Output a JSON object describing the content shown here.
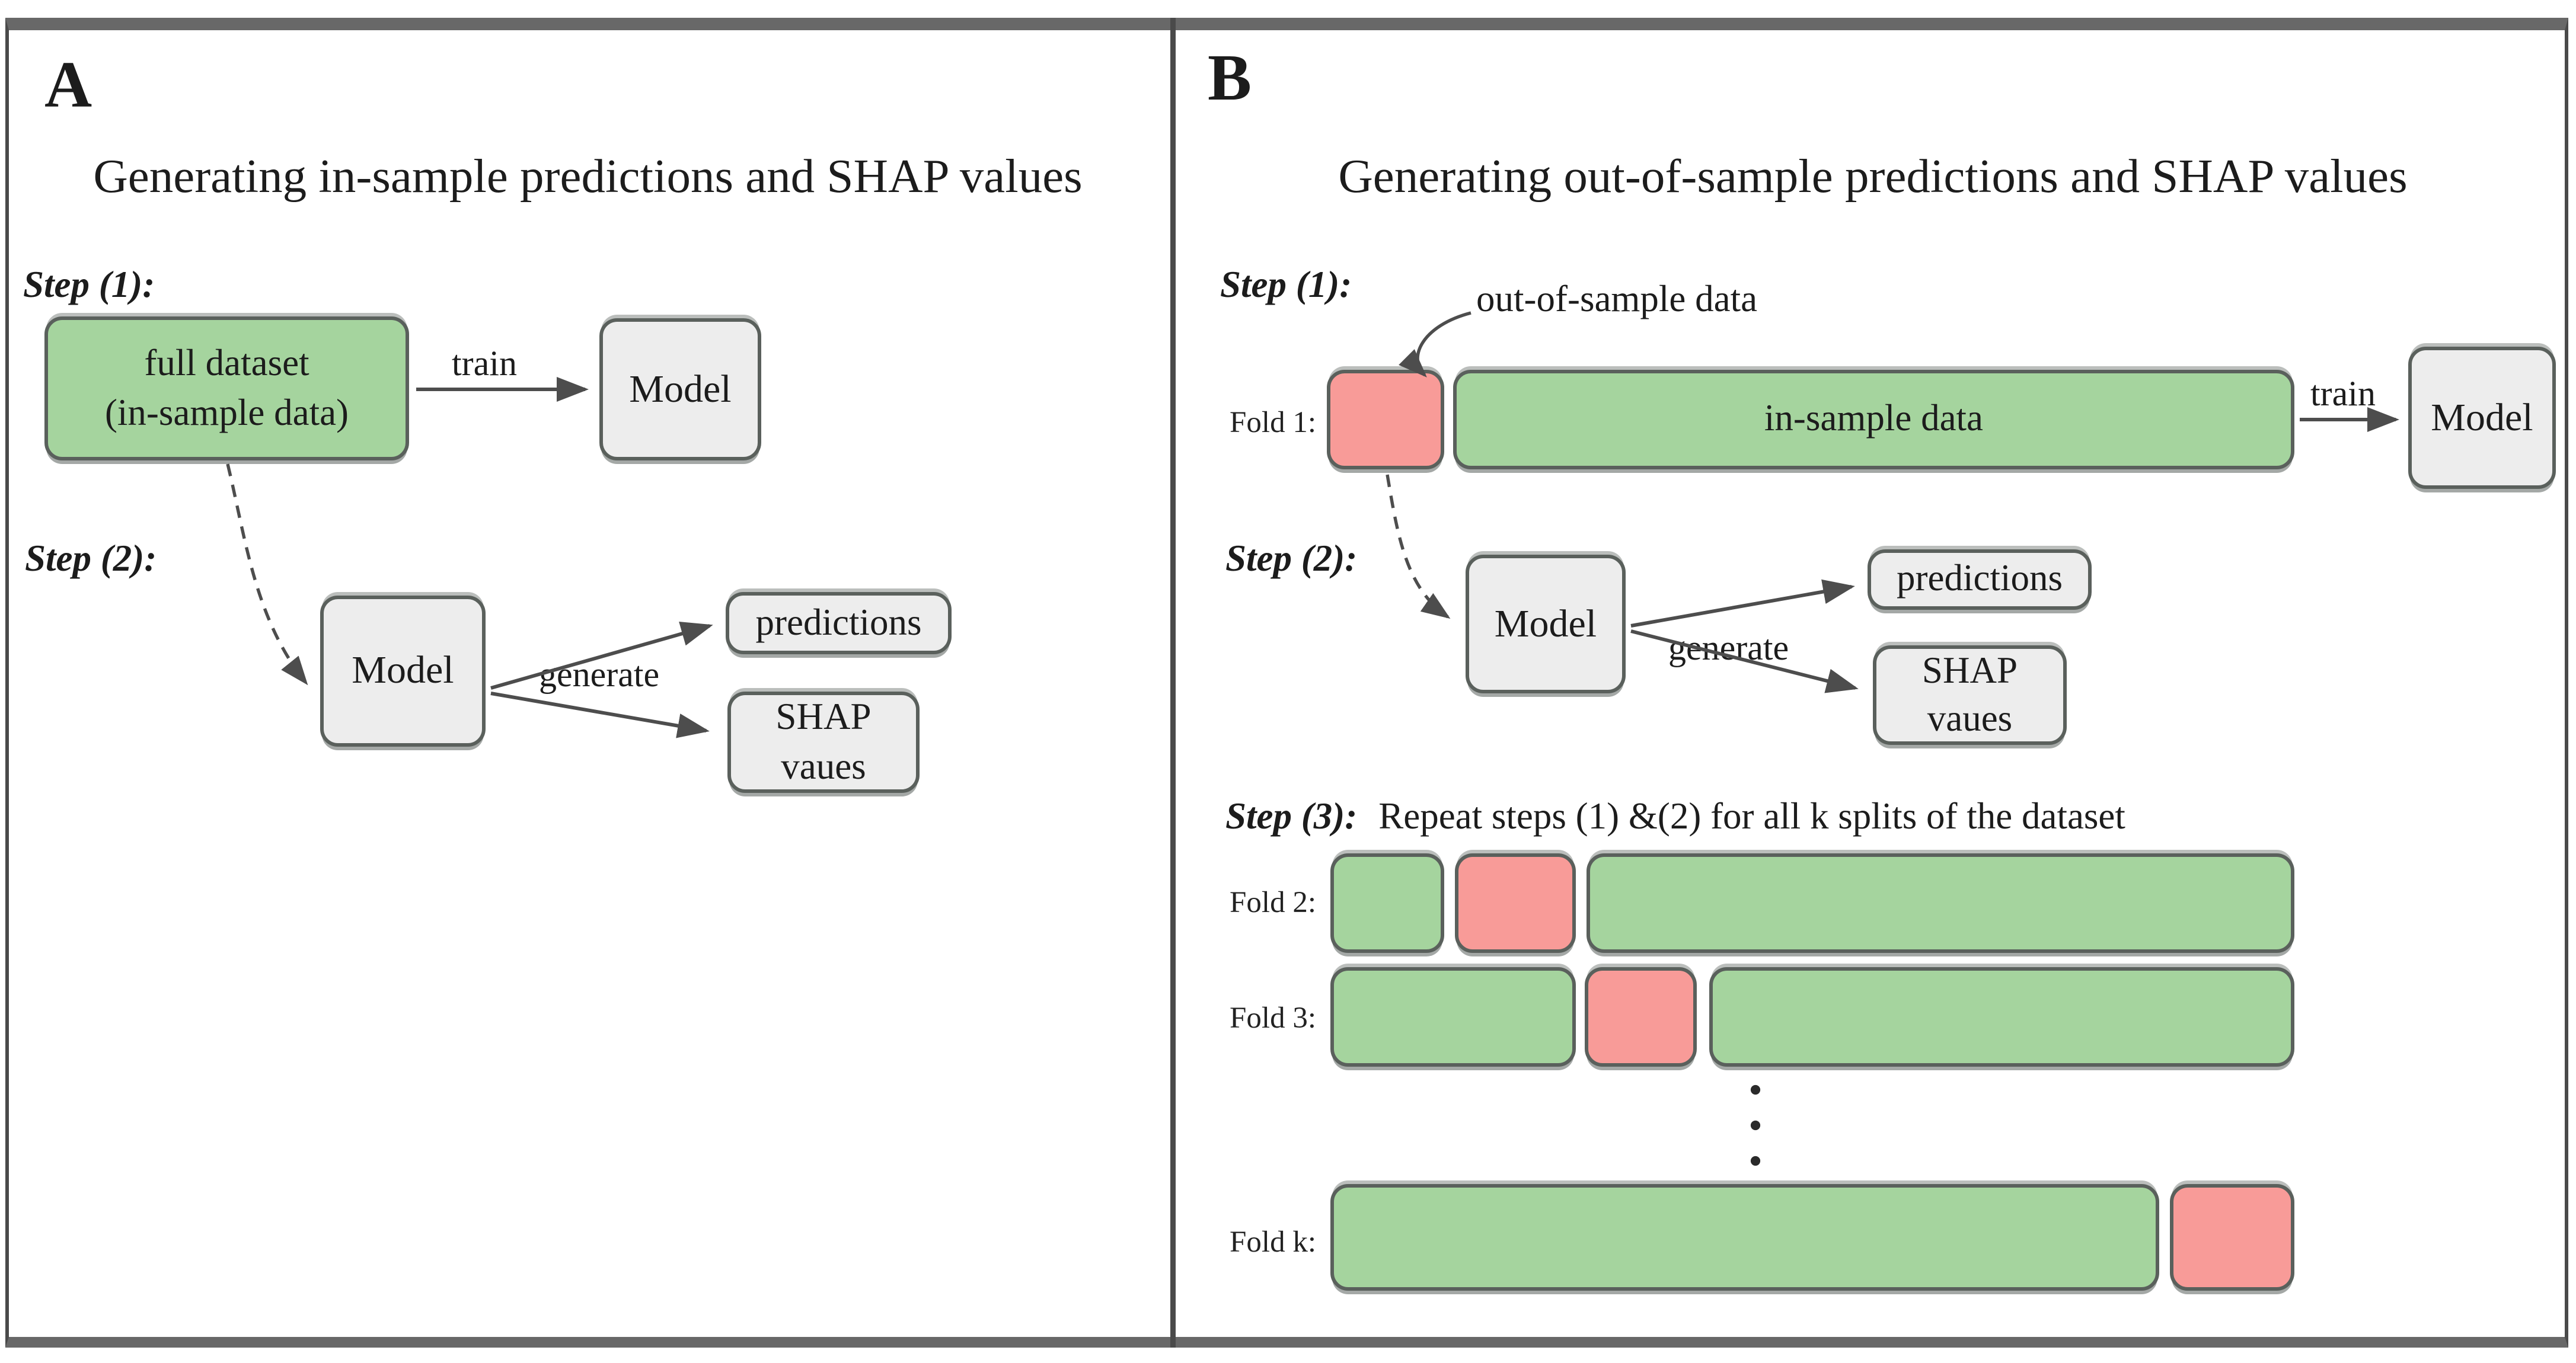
{
  "panel_a": {
    "panel_label": "A",
    "title": "Generating in-sample predictions and SHAP values",
    "step1_label": "Step (1):",
    "step2_label": "Step (2):",
    "dataset_line1": "full dataset",
    "dataset_line2": "(in-sample data)"
  },
  "panel_b": {
    "panel_label": "B",
    "title": "Generating out-of-sample predictions and SHAP values",
    "step1_label": "Step (1):",
    "step2_label": "Step (2):",
    "step3_label": "Step (3):",
    "step3_text": "Repeat steps (1) &(2) for all k splits of the dataset",
    "out_of_sample_pointer": "out-of-sample data",
    "in_sample_data": "in-sample data",
    "fold1_label": "Fold 1:",
    "fold2_label": "Fold 2:",
    "fold3_label": "Fold 3:",
    "foldk_label": "Fold k:"
  },
  "labels": {
    "train": "train",
    "model": "Model",
    "generate": "generate",
    "predictions": "predictions",
    "shap_line1": "SHAP",
    "shap_line2": "vaues"
  },
  "colors": {
    "in_sample_green": "#a5d49e",
    "out_of_sample_pink": "#f89b98",
    "neutral_box_gray": "#ededed",
    "box_border": "#5a605c",
    "arrow": "#4d4d4d",
    "frame_border": "#686868"
  }
}
